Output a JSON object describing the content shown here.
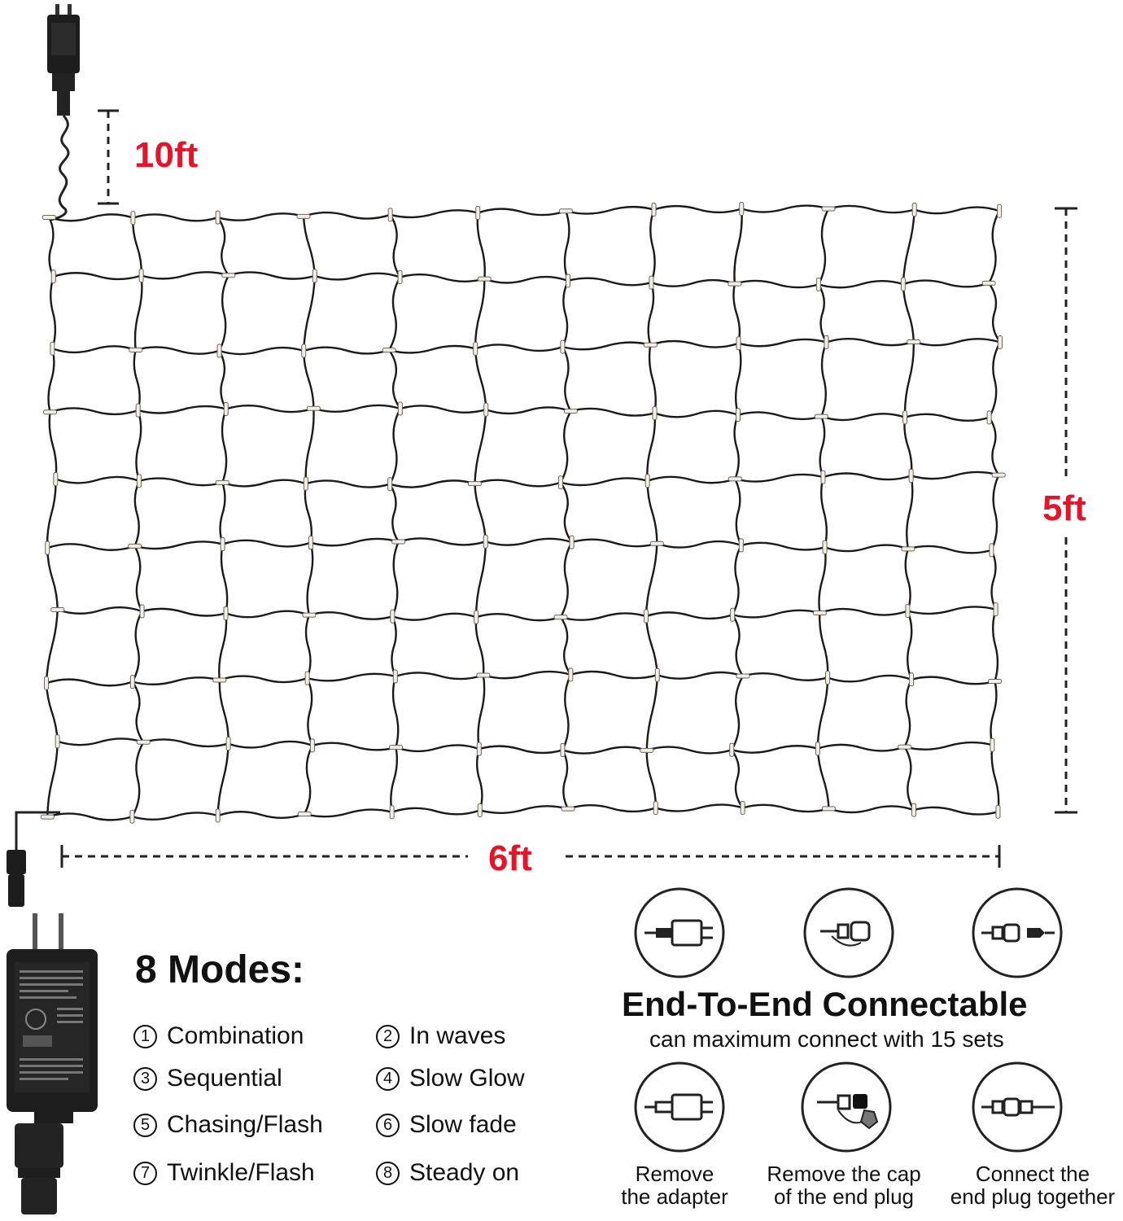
{
  "dimensions": {
    "cord": "10ft",
    "height": "5ft",
    "width": "6ft"
  },
  "modes": {
    "title": "8 Modes:",
    "items": [
      {
        "num": "1",
        "label": "Combination"
      },
      {
        "num": "2",
        "label": "In waves"
      },
      {
        "num": "3",
        "label": "Sequential"
      },
      {
        "num": "4",
        "label": "Slow Glow"
      },
      {
        "num": "5",
        "label": "Chasing/Flash"
      },
      {
        "num": "6",
        "label": "Slow fade"
      },
      {
        "num": "7",
        "label": "Twinkle/Flash"
      },
      {
        "num": "8",
        "label": "Steady on"
      }
    ]
  },
  "connect": {
    "title": "End-To-End Connectable",
    "subtitle": "can maximum connect with 15 sets",
    "steps": [
      {
        "line1": "Remove",
        "line2": "the adapter",
        "icon": "adapter-plug-icon"
      },
      {
        "line1": "Remove the cap",
        "line2": "of the end plug",
        "icon": "end-cap-icon"
      },
      {
        "line1": "Connect the",
        "line2": "end plug together",
        "icon": "connector-icon"
      }
    ]
  },
  "colors": {
    "accent": "#e3152b",
    "wire": "#1a1a1a",
    "bulb": "#f4efe0"
  }
}
